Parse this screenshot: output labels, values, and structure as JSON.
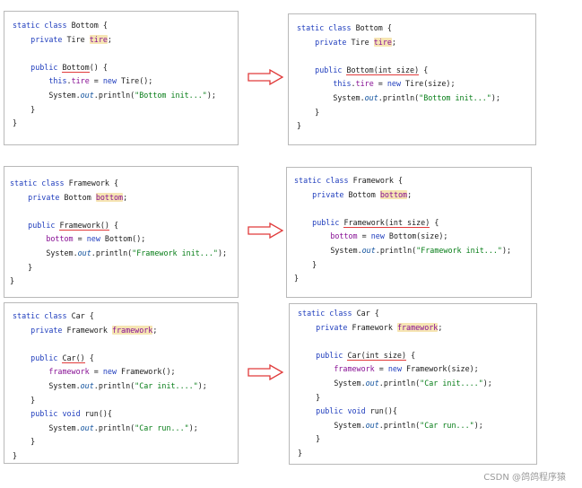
{
  "panels": {
    "bottom_before": [
      [
        {
          "t": "static class ",
          "c": "kw"
        },
        {
          "t": "Bottom {",
          "c": ""
        }
      ],
      [
        {
          "t": "    private ",
          "c": "kw"
        },
        {
          "t": "Tire ",
          "c": ""
        },
        {
          "t": "tire",
          "c": "fld hl"
        },
        {
          "t": ";",
          "c": ""
        }
      ],
      [],
      [
        {
          "t": "    public ",
          "c": "kw"
        },
        {
          "t": "Bottom",
          "c": "ul"
        },
        {
          "t": "() {",
          "c": ""
        }
      ],
      [
        {
          "t": "        this",
          "c": "kw"
        },
        {
          "t": ".",
          "c": ""
        },
        {
          "t": "tire",
          "c": "fld"
        },
        {
          "t": " = ",
          "c": ""
        },
        {
          "t": "new ",
          "c": "kw"
        },
        {
          "t": "Tire();",
          "c": ""
        }
      ],
      [
        {
          "t": "        System.",
          "c": ""
        },
        {
          "t": "out",
          "c": "st"
        },
        {
          "t": ".println(",
          "c": ""
        },
        {
          "t": "\"Bottom init...\"",
          "c": "str"
        },
        {
          "t": ");",
          "c": ""
        }
      ],
      [
        {
          "t": "    }",
          "c": ""
        }
      ],
      [
        {
          "t": "}",
          "c": ""
        }
      ]
    ],
    "bottom_after": [
      [
        {
          "t": "static class ",
          "c": "kw"
        },
        {
          "t": "Bottom {",
          "c": ""
        }
      ],
      [
        {
          "t": "    private ",
          "c": "kw"
        },
        {
          "t": "Tire ",
          "c": ""
        },
        {
          "t": "tire",
          "c": "fld hl"
        },
        {
          "t": ";",
          "c": ""
        }
      ],
      [],
      [
        {
          "t": "    public ",
          "c": "kw"
        },
        {
          "t": "Bottom(int size)",
          "c": "ul"
        },
        {
          "t": " {",
          "c": ""
        }
      ],
      [
        {
          "t": "        this",
          "c": "kw"
        },
        {
          "t": ".",
          "c": ""
        },
        {
          "t": "tire",
          "c": "fld"
        },
        {
          "t": " = ",
          "c": ""
        },
        {
          "t": "new ",
          "c": "kw"
        },
        {
          "t": "Tire(size);",
          "c": ""
        }
      ],
      [
        {
          "t": "        System.",
          "c": ""
        },
        {
          "t": "out",
          "c": "st"
        },
        {
          "t": ".println(",
          "c": ""
        },
        {
          "t": "\"Bottom init...\"",
          "c": "str"
        },
        {
          "t": ");",
          "c": ""
        }
      ],
      [
        {
          "t": "    }",
          "c": ""
        }
      ],
      [
        {
          "t": "}",
          "c": ""
        }
      ]
    ],
    "framework_before": [
      [
        {
          "t": "static class ",
          "c": "kw"
        },
        {
          "t": "Framework {",
          "c": ""
        }
      ],
      [
        {
          "t": "    private ",
          "c": "kw"
        },
        {
          "t": "Bottom ",
          "c": ""
        },
        {
          "t": "bottom",
          "c": "fld hl"
        },
        {
          "t": ";",
          "c": ""
        }
      ],
      [],
      [
        {
          "t": "    public ",
          "c": "kw"
        },
        {
          "t": "Framework()",
          "c": "ul"
        },
        {
          "t": " {",
          "c": ""
        }
      ],
      [
        {
          "t": "        bottom",
          "c": "fld"
        },
        {
          "t": " = ",
          "c": ""
        },
        {
          "t": "new ",
          "c": "kw"
        },
        {
          "t": "Bottom();",
          "c": ""
        }
      ],
      [
        {
          "t": "        System.",
          "c": ""
        },
        {
          "t": "out",
          "c": "st"
        },
        {
          "t": ".println(",
          "c": ""
        },
        {
          "t": "\"Framework init...\"",
          "c": "str"
        },
        {
          "t": ");",
          "c": ""
        }
      ],
      [
        {
          "t": "    }",
          "c": ""
        }
      ],
      [
        {
          "t": "}",
          "c": ""
        }
      ]
    ],
    "framework_after": [
      [
        {
          "t": "static class ",
          "c": "kw"
        },
        {
          "t": "Framework {",
          "c": ""
        }
      ],
      [
        {
          "t": "    private ",
          "c": "kw"
        },
        {
          "t": "Bottom ",
          "c": ""
        },
        {
          "t": "bottom",
          "c": "fld hl"
        },
        {
          "t": ";",
          "c": ""
        }
      ],
      [],
      [
        {
          "t": "    public ",
          "c": "kw"
        },
        {
          "t": "Framework(int size)",
          "c": "ul"
        },
        {
          "t": " {",
          "c": ""
        }
      ],
      [
        {
          "t": "        bottom",
          "c": "fld"
        },
        {
          "t": " = ",
          "c": ""
        },
        {
          "t": "new ",
          "c": "kw"
        },
        {
          "t": "Bottom(size);",
          "c": ""
        }
      ],
      [
        {
          "t": "        System.",
          "c": ""
        },
        {
          "t": "out",
          "c": "st"
        },
        {
          "t": ".println(",
          "c": ""
        },
        {
          "t": "\"Framework init...\"",
          "c": "str"
        },
        {
          "t": ");",
          "c": ""
        }
      ],
      [
        {
          "t": "    }",
          "c": ""
        }
      ],
      [
        {
          "t": "}",
          "c": ""
        }
      ]
    ],
    "car_before": [
      [
        {
          "t": "static class ",
          "c": "kw"
        },
        {
          "t": "Car {",
          "c": ""
        }
      ],
      [
        {
          "t": "    private ",
          "c": "kw"
        },
        {
          "t": "Framework ",
          "c": ""
        },
        {
          "t": "framework",
          "c": "fld hl"
        },
        {
          "t": ";",
          "c": ""
        }
      ],
      [],
      [
        {
          "t": "    public ",
          "c": "kw"
        },
        {
          "t": "Car()",
          "c": "ul"
        },
        {
          "t": " {",
          "c": ""
        }
      ],
      [
        {
          "t": "        framework",
          "c": "fld"
        },
        {
          "t": " = ",
          "c": ""
        },
        {
          "t": "new ",
          "c": "kw"
        },
        {
          "t": "Framework();",
          "c": ""
        }
      ],
      [
        {
          "t": "        System.",
          "c": ""
        },
        {
          "t": "out",
          "c": "st"
        },
        {
          "t": ".println(",
          "c": ""
        },
        {
          "t": "\"Car init....\"",
          "c": "str"
        },
        {
          "t": ");",
          "c": ""
        }
      ],
      [
        {
          "t": "    }",
          "c": ""
        }
      ],
      [
        {
          "t": "    public void ",
          "c": "kw"
        },
        {
          "t": "run(){",
          "c": ""
        }
      ],
      [
        {
          "t": "        System.",
          "c": ""
        },
        {
          "t": "out",
          "c": "st"
        },
        {
          "t": ".println(",
          "c": ""
        },
        {
          "t": "\"Car run...\"",
          "c": "str"
        },
        {
          "t": ");",
          "c": ""
        }
      ],
      [
        {
          "t": "    }",
          "c": ""
        }
      ],
      [
        {
          "t": "}",
          "c": ""
        }
      ]
    ],
    "car_after": [
      [
        {
          "t": "static class ",
          "c": "kw"
        },
        {
          "t": "Car {",
          "c": ""
        }
      ],
      [
        {
          "t": "    private ",
          "c": "kw"
        },
        {
          "t": "Framework ",
          "c": ""
        },
        {
          "t": "framework",
          "c": "fld hl"
        },
        {
          "t": ";",
          "c": ""
        }
      ],
      [],
      [
        {
          "t": "    public ",
          "c": "kw"
        },
        {
          "t": "Car(int size)",
          "c": "ul"
        },
        {
          "t": " {",
          "c": ""
        }
      ],
      [
        {
          "t": "        framework",
          "c": "fld"
        },
        {
          "t": " = ",
          "c": ""
        },
        {
          "t": "new ",
          "c": "kw"
        },
        {
          "t": "Framework(size);",
          "c": ""
        }
      ],
      [
        {
          "t": "        System.",
          "c": ""
        },
        {
          "t": "out",
          "c": "st"
        },
        {
          "t": ".println(",
          "c": ""
        },
        {
          "t": "\"Car init....\"",
          "c": "str"
        },
        {
          "t": ");",
          "c": ""
        }
      ],
      [
        {
          "t": "    }",
          "c": ""
        }
      ],
      [
        {
          "t": "    public void ",
          "c": "kw"
        },
        {
          "t": "run(){",
          "c": ""
        }
      ],
      [
        {
          "t": "        System.",
          "c": ""
        },
        {
          "t": "out",
          "c": "st"
        },
        {
          "t": ".println(",
          "c": ""
        },
        {
          "t": "\"Car run...\"",
          "c": "str"
        },
        {
          "t": ");",
          "c": ""
        }
      ],
      [
        {
          "t": "    }",
          "c": ""
        }
      ],
      [
        {
          "t": "}",
          "c": ""
        }
      ]
    ]
  },
  "arrow_color": "#e03a3a",
  "watermark": "CSDN @鸽鸽程序猿"
}
